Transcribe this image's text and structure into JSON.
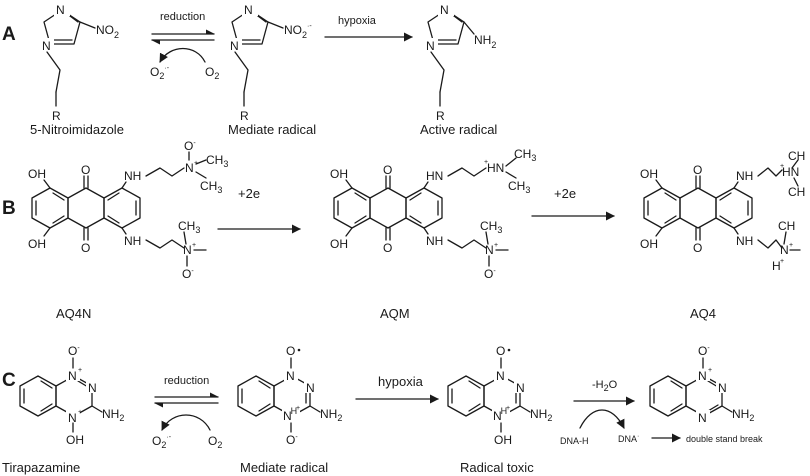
{
  "panels": {
    "A": {
      "letter": "A",
      "reduction_label": "reduction",
      "hypoxia_label": "hypoxia",
      "o2_radical": "O",
      "o2_radical_sub": "2",
      "o2_radical_sup": "·-",
      "o2": "O",
      "o2_sub": "2",
      "compounds": [
        "5-Nitroimidazole",
        "Mediate radical",
        "Active radical"
      ],
      "no2": "NO",
      "no2_sub": "2",
      "no2_radical_sup": "·-",
      "nh2": "NH",
      "nh2_sub": "2",
      "r": "R",
      "n": "N"
    },
    "B": {
      "letter": "B",
      "step1_label": "+2e",
      "step2_label": "+2e",
      "compounds": [
        "AQ4N",
        "AQM",
        "AQ4"
      ],
      "oh": "OH",
      "o": "O",
      "hn": "HN",
      "nh": "NH",
      "n": "N",
      "ch3": "CH",
      "ch3_sub": "3",
      "o_minus": "O",
      "plus": "+",
      "minus": "-",
      "h_plus": "H"
    },
    "C": {
      "letter": "C",
      "reduction_label": "reduction",
      "hypoxia_label": "hypoxia",
      "minus_h2o": "-H",
      "minus_h2o_sub": "2",
      "minus_h2o_end": "O",
      "dna_h": "DNA-H",
      "dna_radical": "DNA",
      "dna_radical_sup": "·",
      "double_break": "double stand break",
      "o2_radical": "O",
      "o2_radical_sub": "2",
      "o2_radical_sup": "·-",
      "o2": "O",
      "o2_sub": "2",
      "compounds": [
        "Tirapazamine",
        "Mediate radical",
        "Radical toxic"
      ],
      "nh2": "NH",
      "nh2_sub": "2",
      "oh": "OH",
      "o": "O",
      "n": "N",
      "h": "H"
    }
  }
}
